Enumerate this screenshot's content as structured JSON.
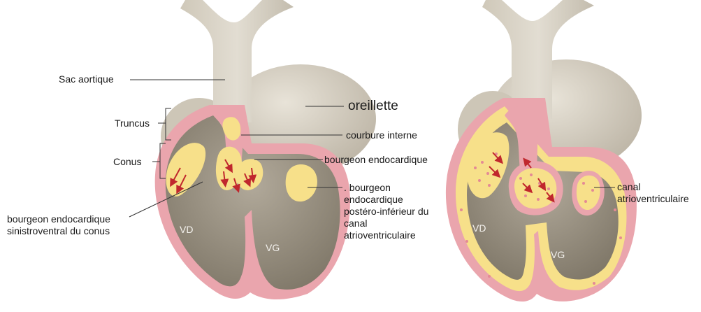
{
  "labels": {
    "sac_aortique": "Sac aortique",
    "truncus": "Truncus",
    "conus": "Conus",
    "oreillette": "oreillette",
    "courbure_interne": "courbure interne",
    "bourgeon_endocardique": "bourgeon endocardique",
    "bourgeon_posterieur": ". bourgeon\nendocardique\npostéro-inférieur du\ncanal\natrioventriculaire",
    "bourgeon_sinistroventral": "bourgeon endocardique\nsinistroventral du conus",
    "vd_left": "VD",
    "vg_left": "VG",
    "vd_right": "VD",
    "vg_right": "VG",
    "canal_av": "canal\natrioventriculaire"
  },
  "colors": {
    "vessel": "#d9d3c6",
    "vessel_shade": "#c7c0b1",
    "chamber": "#9c9485",
    "wall_pink": "#eaa5ad",
    "cushion_yellow": "#f7e08a",
    "arrow_red": "#c0272d",
    "leader": "#333333"
  }
}
